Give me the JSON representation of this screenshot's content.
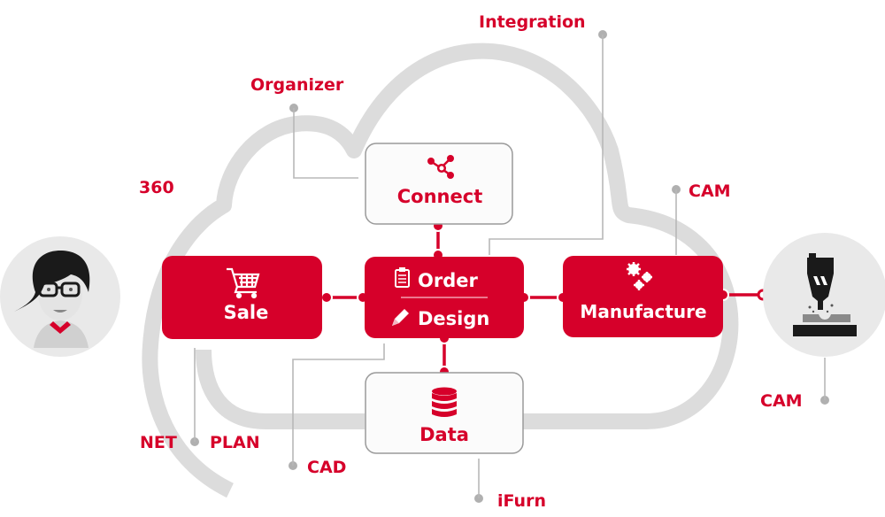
{
  "colors": {
    "brand_red": "#d6002a",
    "cloud_gray": "#dcdcdc",
    "leader_gray": "#b8b8b8",
    "avatar_bg": "#e9e9e9"
  },
  "nodes": {
    "sale": {
      "label": "Sale",
      "icon": "shopping-cart-icon"
    },
    "connect": {
      "label": "Connect",
      "icon": "share-network-icon"
    },
    "order": {
      "label": "Order",
      "icon": "clipboard-icon"
    },
    "design": {
      "label": "Design",
      "icon": "pencil-icon"
    },
    "manufacture": {
      "label": "Manufacture",
      "icon": "gears-icon"
    },
    "data": {
      "label": "Data",
      "icon": "database-icon"
    }
  },
  "labels": {
    "integration": "Integration",
    "organizer": "Organizer",
    "three_sixty": "360",
    "cam_top": "CAM",
    "cam_right": "CAM",
    "net": "NET",
    "plan": "PLAN",
    "cad": "CAD",
    "ifurn": "iFurn"
  },
  "actors": {
    "user": {
      "icon": "user-avatar-icon"
    },
    "machine": {
      "icon": "cnc-machine-icon"
    }
  }
}
